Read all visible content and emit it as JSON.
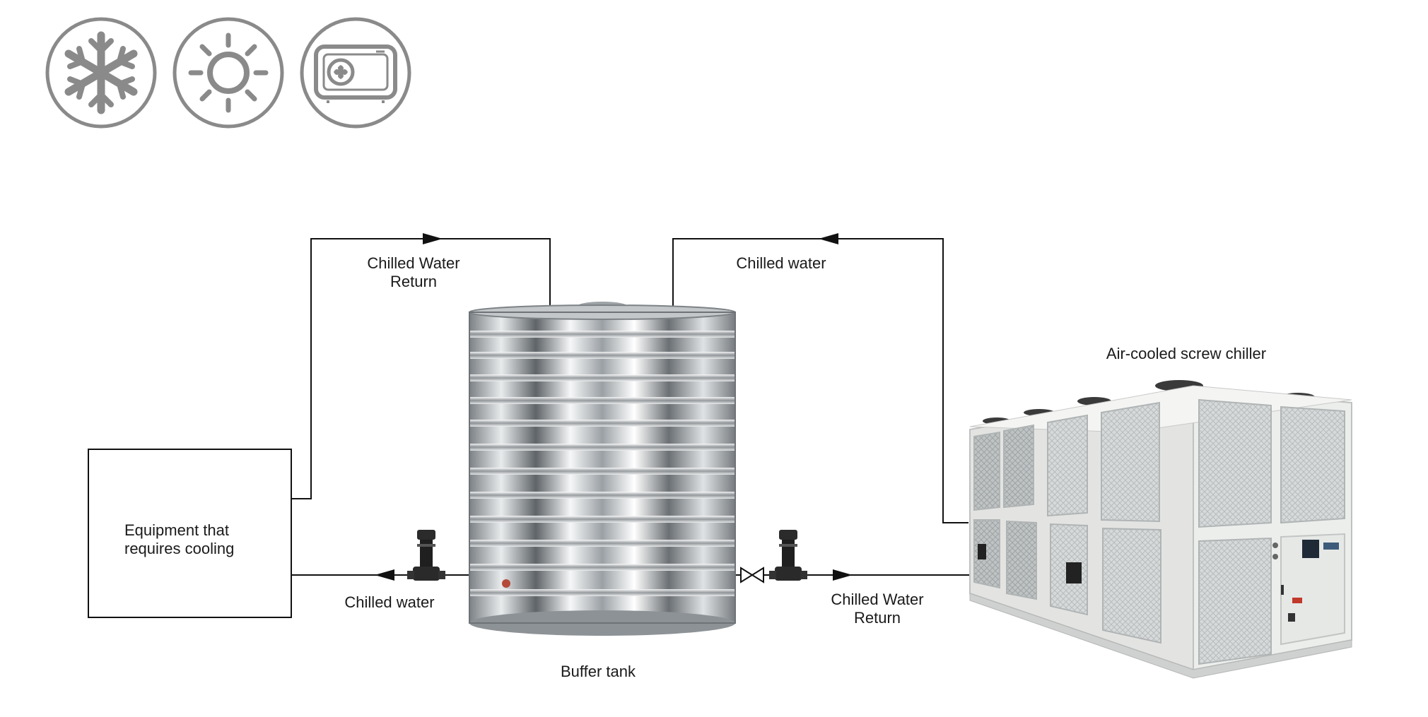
{
  "icons": [
    {
      "name": "snowflake-icon",
      "color": "#8a8a8a"
    },
    {
      "name": "sun-icon",
      "color": "#8a8a8a"
    },
    {
      "name": "air-conditioner-icon",
      "color": "#8a8a8a"
    }
  ],
  "labels": {
    "equipment_line1": "Equipment that",
    "equipment_line2": "requires cooling",
    "return_top_line1": "Chilled Water",
    "return_top_line2": "Return",
    "chilled_top": "Chilled water",
    "chilled_bottom": "Chilled water",
    "return_bottom_line1": "Chilled Water",
    "return_bottom_line2": "Return",
    "buffer_tank": "Buffer tank",
    "chiller": "Air-cooled screw chiller"
  },
  "colors": {
    "line": "#111111",
    "icon": "#8a8a8a",
    "steel_dark": "#6e7377",
    "steel_light": "#f4f6f7",
    "chiller_body": "#e9eae8",
    "grille": "#c9cccc"
  }
}
